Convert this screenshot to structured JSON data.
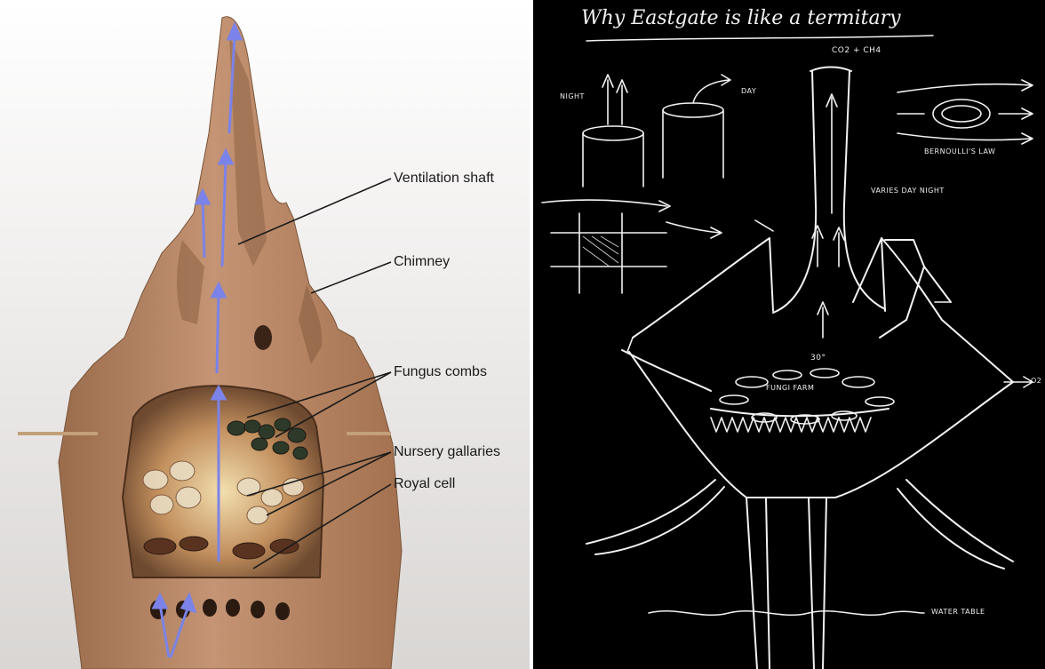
{
  "mound_labels": {
    "ventilation_shaft": "Ventilation shaft",
    "chimney": "Chimney",
    "fungus_combs": "Fungus combs",
    "nursery_gallaries": "Nursery gallaries",
    "royal_cell": "Royal cell"
  },
  "sketch": {
    "title": "Why Eastgate is like a termitary",
    "labels": {
      "co2_ch4": "CO2 + CH4",
      "night": "NIGHT",
      "day": "DAY",
      "bernoullis_law": "BERNOULLI'S LAW",
      "varies_day_night": "VARIES DAY NIGHT",
      "heat": "30°",
      "fungi_farm": "FUNGI FARM",
      "o2": "O2",
      "water_table": "WATER TABLE"
    }
  },
  "colors": {
    "arrow_blue": "#7b83e8",
    "mound_clay": "#b07f5c",
    "sketch_bg": "#000000",
    "chalk": "#f2f2f2"
  }
}
